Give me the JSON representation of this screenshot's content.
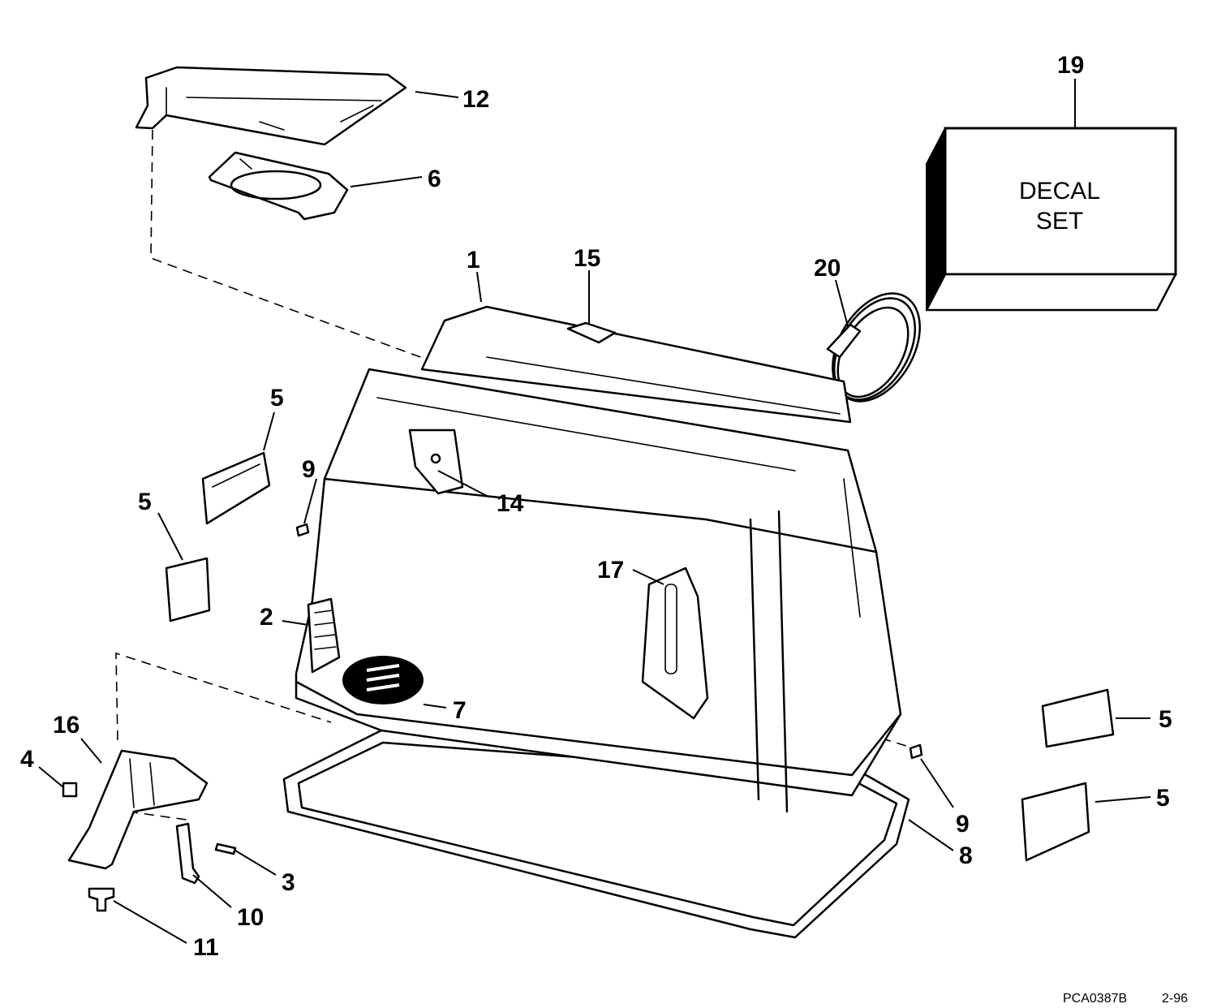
{
  "callouts": {
    "c1": "1",
    "c2": "2",
    "c3": "3",
    "c4": "4",
    "c5a": "5",
    "c5b": "5",
    "c5c": "5",
    "c5d": "5",
    "c6": "6",
    "c7": "7",
    "c8": "8",
    "c9a": "9",
    "c9b": "9",
    "c10": "10",
    "c11": "11",
    "c12": "12",
    "c14": "14",
    "c15": "15",
    "c16": "16",
    "c17": "17",
    "c19": "19",
    "c20": "20"
  },
  "decal_box": {
    "line1": "DECAL",
    "line2": "SET"
  },
  "footer": {
    "code": "PCA0387B",
    "date": "2-96"
  }
}
